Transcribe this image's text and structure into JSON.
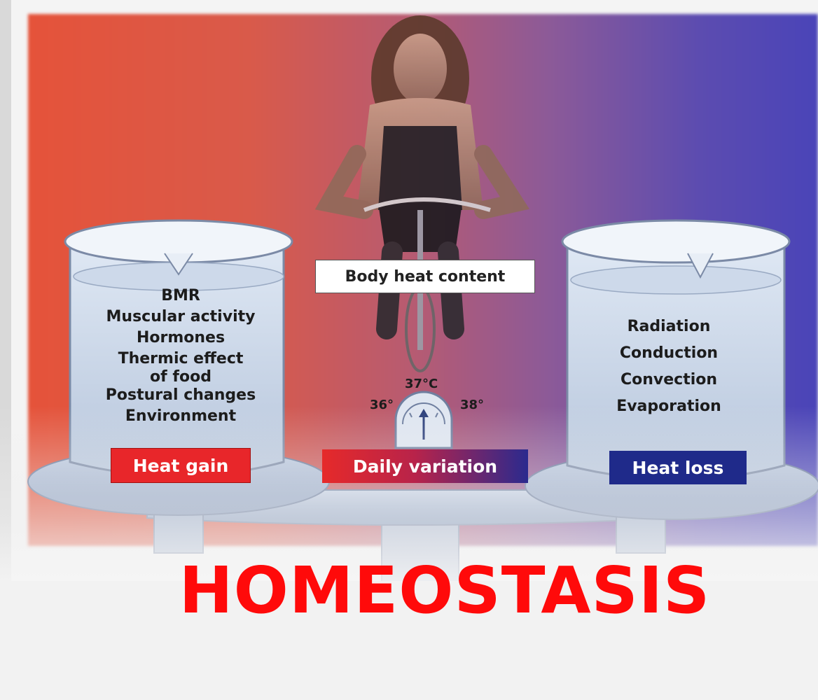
{
  "title": "HOMEOSTASIS",
  "center_label": "Body heat content",
  "heat_gain": {
    "label": "Heat gain",
    "factors": [
      "BMR",
      "Muscular activity",
      "Hormones",
      "Thermic effect",
      "of food",
      "Postural changes",
      "Environment"
    ]
  },
  "heat_loss": {
    "label": "Heat loss",
    "factors": [
      "Radiation",
      "Conduction",
      "Convection",
      "Evaporation"
    ]
  },
  "daily_variation": "Daily variation",
  "gauge": {
    "center": "37°C",
    "low": "36°",
    "high": "38°"
  },
  "colors": {
    "gain": "#e8262a",
    "loss": "#1f2a8a",
    "title": "#ff0a0a"
  }
}
